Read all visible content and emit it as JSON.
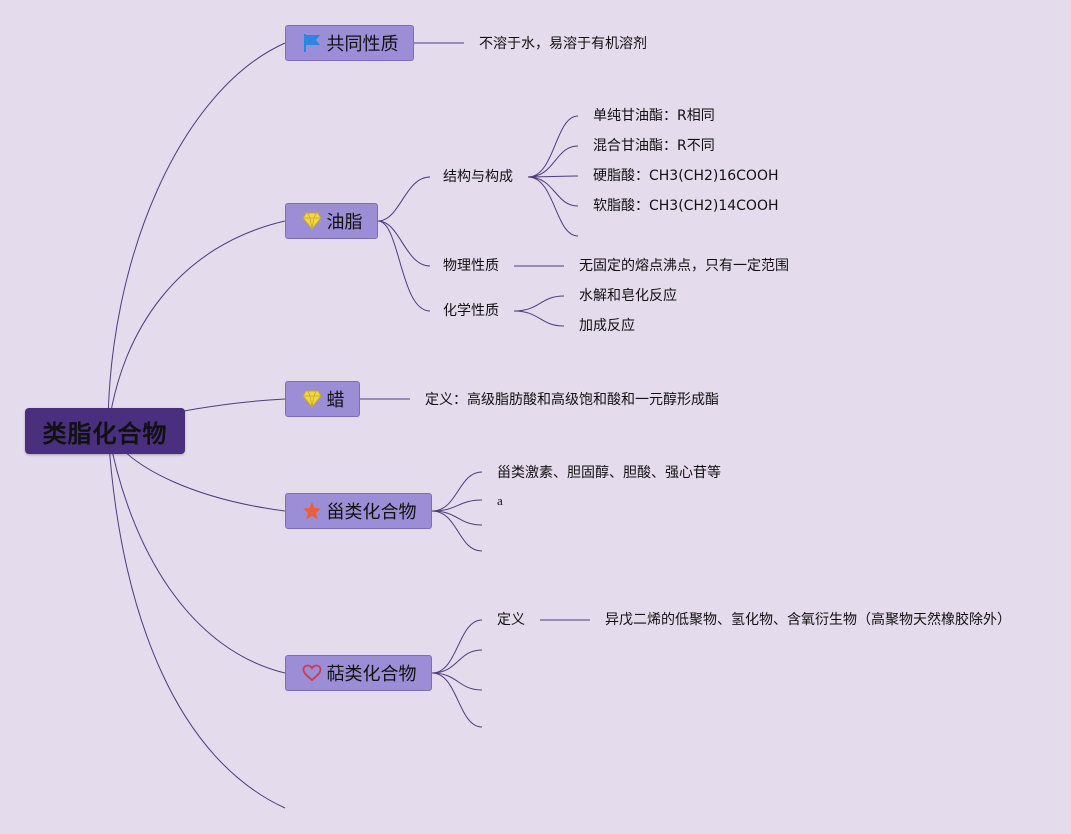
{
  "root": {
    "label": "类脂化合物"
  },
  "topics": {
    "common": {
      "label": "共同性质",
      "icon": "flag-icon",
      "detail": "不溶于水，易溶于有机溶剂"
    },
    "oil": {
      "label": "油脂",
      "icon": "diamond-icon",
      "structure": {
        "label": "结构与构成",
        "items": [
          "单纯甘油酯：R相同",
          "混合甘油酯：R不同",
          "硬脂酸：CH3(CH2)16COOH",
          "软脂酸：CH3(CH2)14COOH"
        ]
      },
      "physical": {
        "label": "物理性质",
        "detail": "无固定的熔点沸点，只有一定范围"
      },
      "chemical": {
        "label": "化学性质",
        "items": [
          "水解和皂化反应",
          "加成反应"
        ]
      }
    },
    "wax": {
      "label": "蜡",
      "icon": "diamond-icon",
      "detail": "定义：高级脂肪酸和高级饱和酸和一元醇形成酯"
    },
    "steroid": {
      "label": "甾类化合物",
      "icon": "star-icon",
      "items": [
        "甾类激素、胆固醇、胆酸、强心苷等",
        "a"
      ]
    },
    "terpene": {
      "label": "萜类化合物",
      "icon": "heart-icon",
      "definition": {
        "label": "定义",
        "detail": "异戊二烯的低聚物、氢化物、含氧衍生物（高聚物天然橡胶除外）"
      }
    }
  },
  "colors": {
    "background": "#e4dbec",
    "root_fill": "#4a2f7e",
    "topic_fill": "#9b8ed6",
    "line": "#4f3c7c",
    "flag": "#2b86e0",
    "diamond": "#f2d644",
    "star": "#e8613a",
    "heart": "#d23a4a"
  }
}
